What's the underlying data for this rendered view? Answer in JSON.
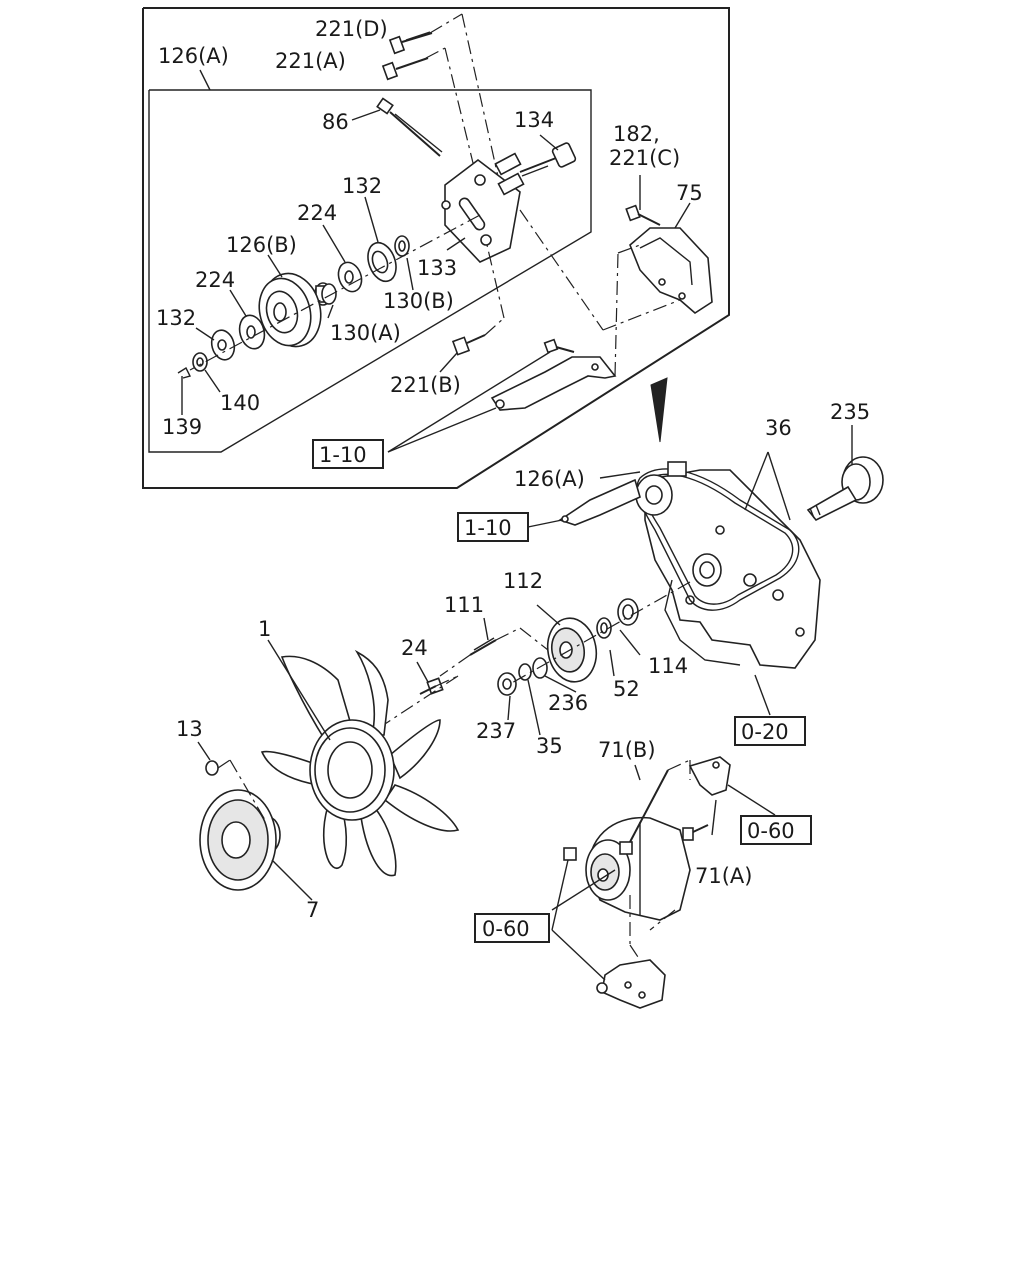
{
  "labels": {
    "l_221D": "221(D)",
    "l_221A": "221(A)",
    "l_126A_top": "126(A)",
    "l_86": "86",
    "l_134": "134",
    "l_182": "182,",
    "l_221C": "221(C)",
    "l_75": "75",
    "l_132_a": "132",
    "l_224_a": "224",
    "l_126B": "126(B)",
    "l_224_b": "224",
    "l_133": "133",
    "l_130B": "130(B)",
    "l_132_b": "132",
    "l_130A": "130(A)",
    "l_221B": "221(B)",
    "l_140": "140",
    "l_139": "139",
    "l_235": "235",
    "l_36": "36",
    "l_126A_mid": "126(A)",
    "l_112": "112",
    "l_111": "111",
    "l_1": "1",
    "l_24": "24",
    "l_236": "236",
    "l_114": "114",
    "l_52": "52",
    "l_237": "237",
    "l_35": "35",
    "l_13": "13",
    "l_71B": "71(B)",
    "l_71A": "71(A)",
    "l_7": "7"
  },
  "refs": {
    "r_1_10_a": "1-10",
    "r_1_10_b": "1-10",
    "r_0_20": "0-20",
    "r_0_60_a": "0-60",
    "r_0_60_b": "0-60"
  }
}
